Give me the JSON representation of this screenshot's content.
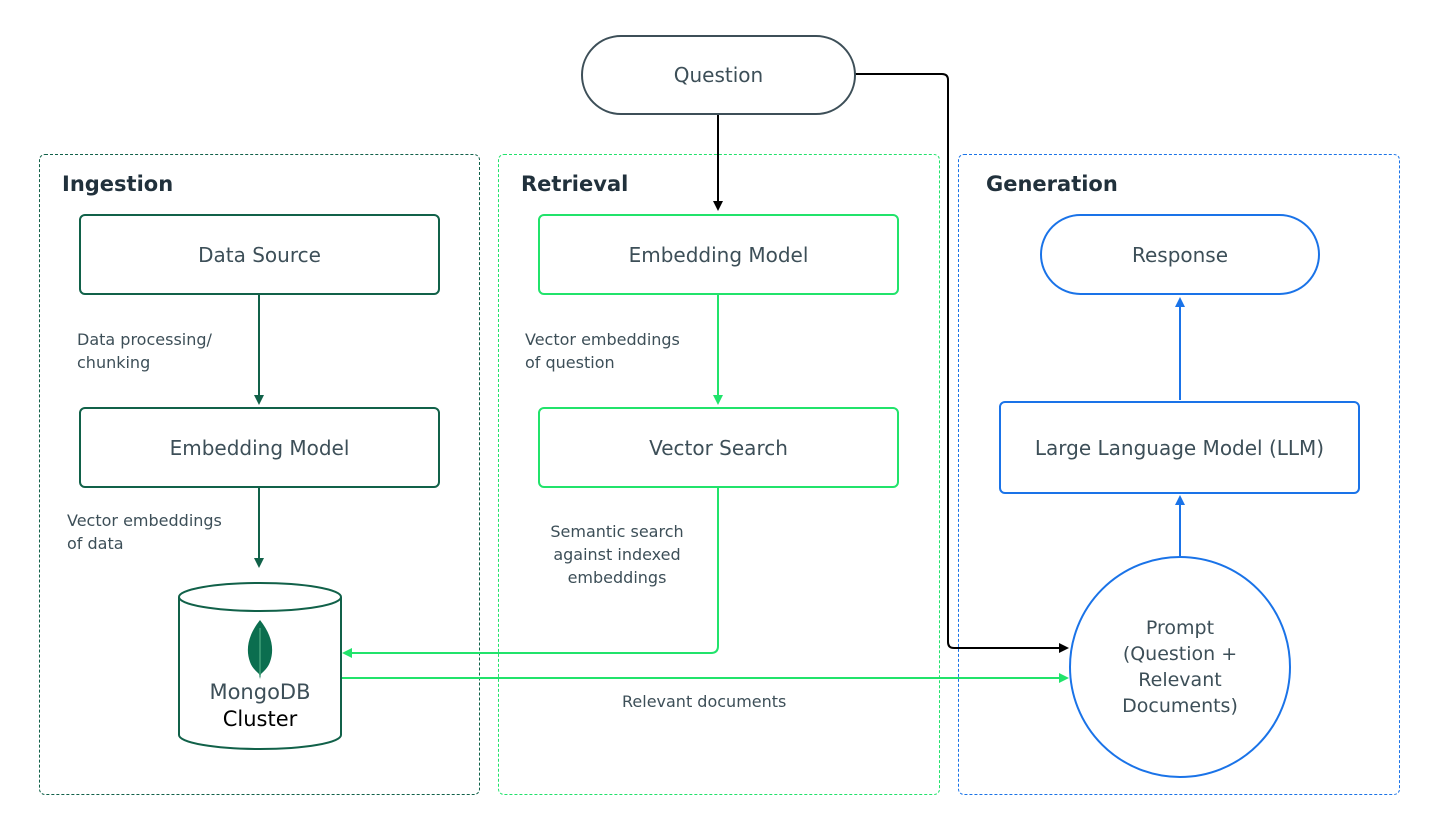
{
  "colors": {
    "ingestion": "#116149",
    "retrieval": "#21e36b",
    "generation": "#1a73e8",
    "question_flow": "#000000",
    "text": "#3d4f58",
    "mongo_leaf": "#0b6e4f"
  },
  "question": {
    "label": "Question"
  },
  "sections": {
    "ingestion": {
      "title": "Ingestion",
      "data_source": "Data Source",
      "processing_label": "Data processing/\nchunking",
      "embedding_model": "Embedding Model",
      "embeddings_label": "Vector embeddings\nof data",
      "cluster": {
        "brand": "MongoDB",
        "name": "Cluster",
        "icon": "mongodb-leaf-icon"
      }
    },
    "retrieval": {
      "title": "Retrieval",
      "embedding_model": "Embedding Model",
      "embeddings_label": "Vector embeddings\nof question",
      "vector_search": "Vector Search",
      "search_label": "Semantic search\nagainst indexed\nembeddings"
    },
    "generation": {
      "title": "Generation",
      "response": "Response",
      "llm": "Large Language Model (LLM)",
      "prompt": {
        "title": "Prompt",
        "line1": "(Question +",
        "line2": "Relevant",
        "line3": "Documents)"
      }
    }
  },
  "flow_label": "Relevant documents"
}
